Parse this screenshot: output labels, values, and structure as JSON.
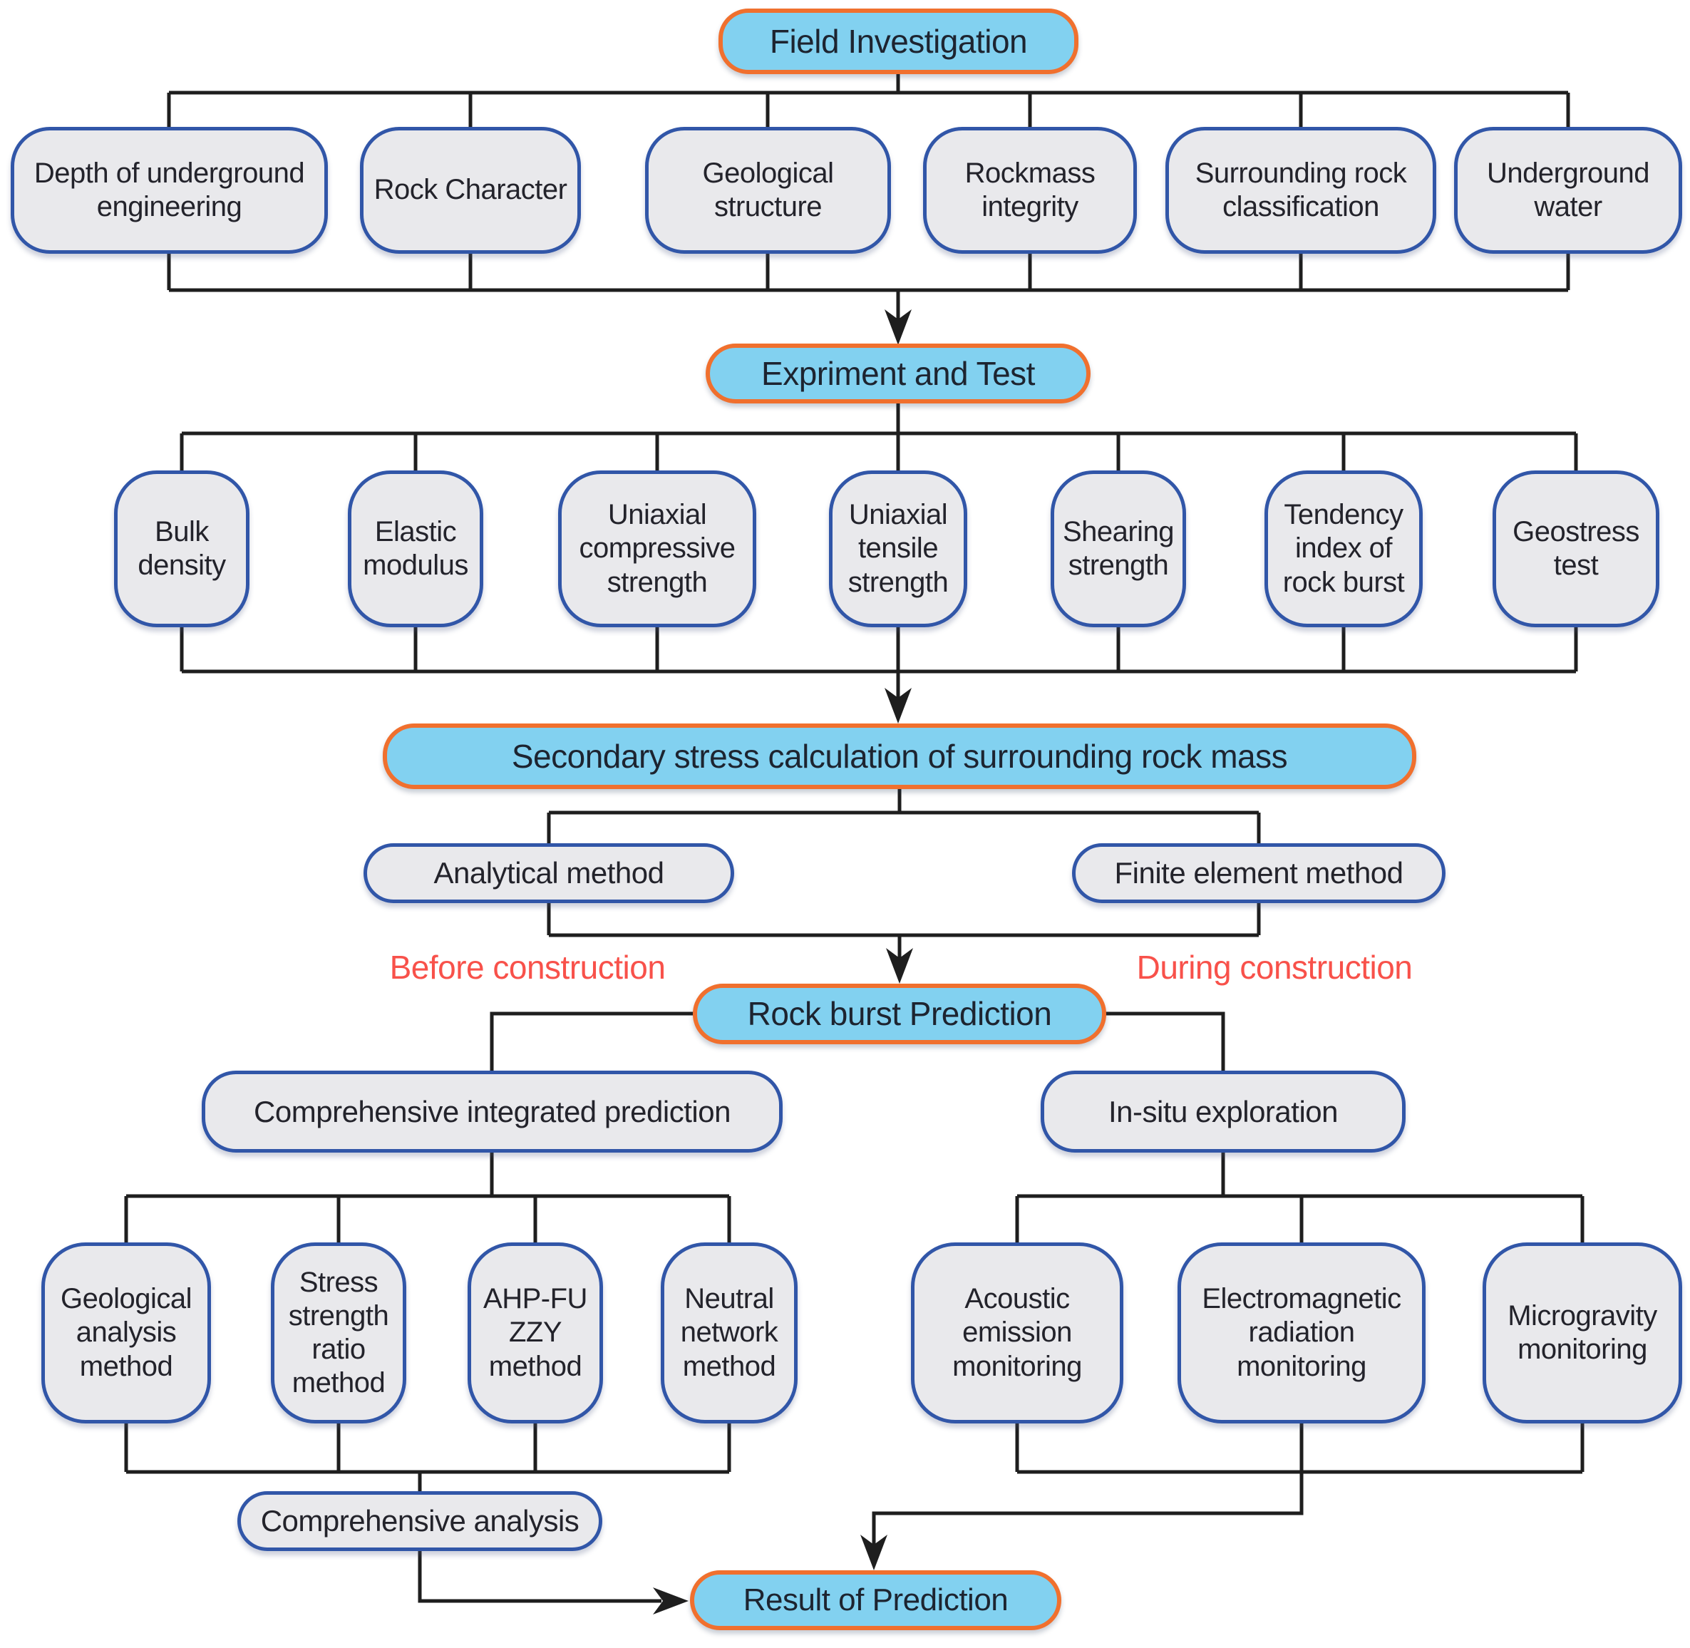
{
  "figure": {
    "type": "flowchart",
    "topic": "Rock burst prediction workflow"
  },
  "colors": {
    "stage_fill": "#82d1f0",
    "stage_border": "#f0702e",
    "item_fill": "#e9e9ec",
    "item_border": "#3156a8",
    "connector": "#1e1e1e",
    "annotation_red": "#f8514a",
    "text": "#23232b",
    "background": "#ffffff"
  },
  "nodes": {
    "field_investigation": "Field Investigation",
    "depth_underground": "Depth of underground engineering",
    "rock_character": "Rock Character",
    "geological_structure": "Geological structure",
    "rockmass_integrity": "Rockmass integrity",
    "surrounding_rock_classification": "Surrounding rock classification",
    "underground_water": "Underground water",
    "expriment_and_test": "Expriment and Test",
    "bulk_density": "Bulk density",
    "elastic_modulus": "Elastic modulus",
    "uniaxial_compressive_strength": "Uniaxial compressive strength",
    "uniaxial_tensile_strength": "Uniaxial tensile strength",
    "shearing_strength": "Shearing strength",
    "tendency_index": "Tendency index of rock burst",
    "geostress_test": "Geostress test",
    "secondary_stress": "Secondary stress calculation of surrounding rock mass",
    "analytical_method": "Analytical method",
    "finite_element_method": "Finite element method",
    "rock_burst_prediction": "Rock burst Prediction",
    "comprehensive_integrated_prediction": "Comprehensive integrated prediction",
    "insitu_exploration": "In-situ exploration",
    "geological_analysis_method": "Geological analysis method",
    "stress_strength_ratio_method": "Stress strength ratio method",
    "ahp_fuzzy_method": "AHP-FU ZZY method",
    "neutral_network_method": "Neutral network method",
    "acoustic_emission_monitoring": "Acoustic emission monitoring",
    "electromagnetic_radiation_monitoring": "Electromagnetic radiation monitoring",
    "microgravity_monitoring": "Microgravity monitoring",
    "comprehensive_analysis": "Comprehensive analysis",
    "result_of_prediction": "Result of Prediction"
  },
  "annotations": {
    "before_construction": "Before construction",
    "during_construction": "During construction"
  }
}
